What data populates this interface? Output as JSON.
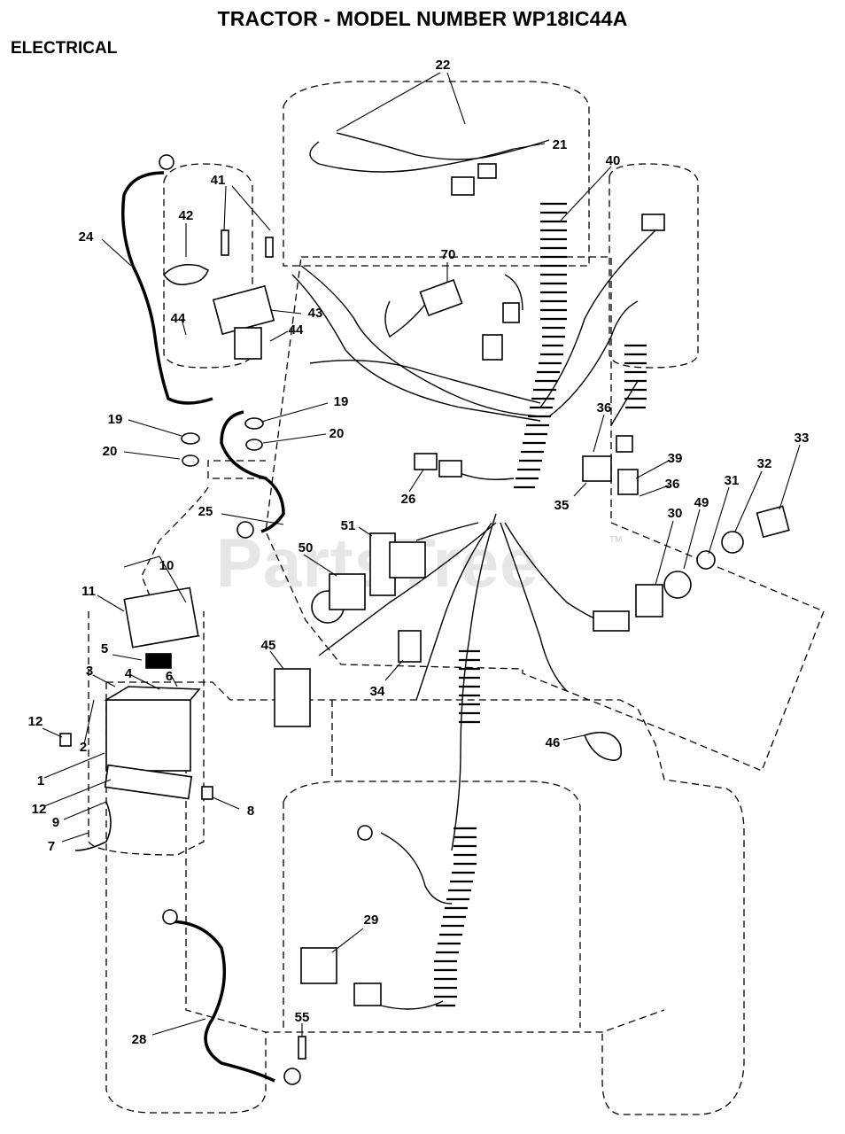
{
  "header": {
    "title": "TRACTOR - MODEL NUMBER WP18IC44A",
    "section": "ELECTRICAL"
  },
  "watermark": {
    "text": "PartsTree",
    "tm": "TM"
  },
  "callouts": [
    "22",
    "21",
    "40",
    "41",
    "42",
    "24",
    "70",
    "44",
    "43",
    "44",
    "19",
    "19",
    "20",
    "20",
    "36",
    "33",
    "26",
    "39",
    "35",
    "36",
    "32",
    "31",
    "25",
    "51",
    "49",
    "30",
    "10",
    "50",
    "11",
    "45",
    "5",
    "3",
    "4",
    "6",
    "34",
    "12",
    "46",
    "2",
    "1",
    "8",
    "12",
    "9",
    "7",
    "29",
    "28",
    "55"
  ]
}
